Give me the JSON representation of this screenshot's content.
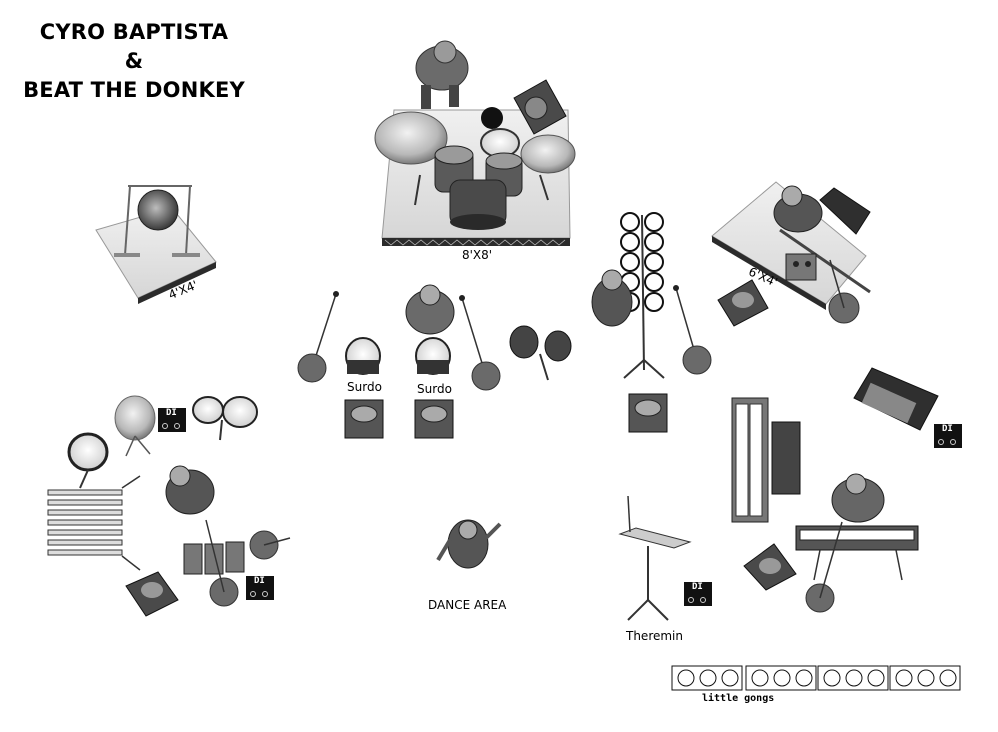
{
  "title": {
    "line1": "CYRO BAPTISTA",
    "line2": "&",
    "line3": "BEAT THE DONKEY"
  },
  "labels": {
    "drum_riser": "8'X8'",
    "gong_riser": "4'X4'",
    "bass_riser": "6'X4'",
    "surdo_1": "Surdo",
    "surdo_2": "Surdo",
    "dance_area": "DANCE AREA",
    "theremin": "Theremin",
    "little_gongs": "little gongs"
  },
  "di_box_label": "DI"
}
